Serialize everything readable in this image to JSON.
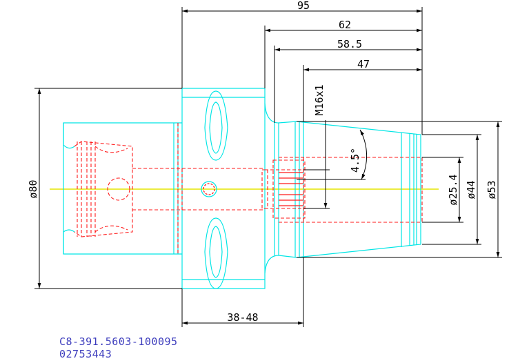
{
  "dimensions": {
    "overall_length": "95",
    "flange_to_end": "62",
    "cone_length": "58.5",
    "gauge_length": "47",
    "thread": "M16x1",
    "angle": "4.5°",
    "flange_diameter": "ø80",
    "bore_diameter": "ø25.4",
    "small_diameter": "ø44",
    "large_diameter": "ø53",
    "clamp_range": "38-48"
  },
  "caption": {
    "part_number": "C8-391.5603-100095",
    "order_number": "02753443"
  },
  "colors": {
    "outline": "#00e5e5",
    "hidden": "#ff1a1a",
    "centerline": "#e6e600",
    "dimension": "#000000",
    "caption": "#3d3dbd"
  }
}
